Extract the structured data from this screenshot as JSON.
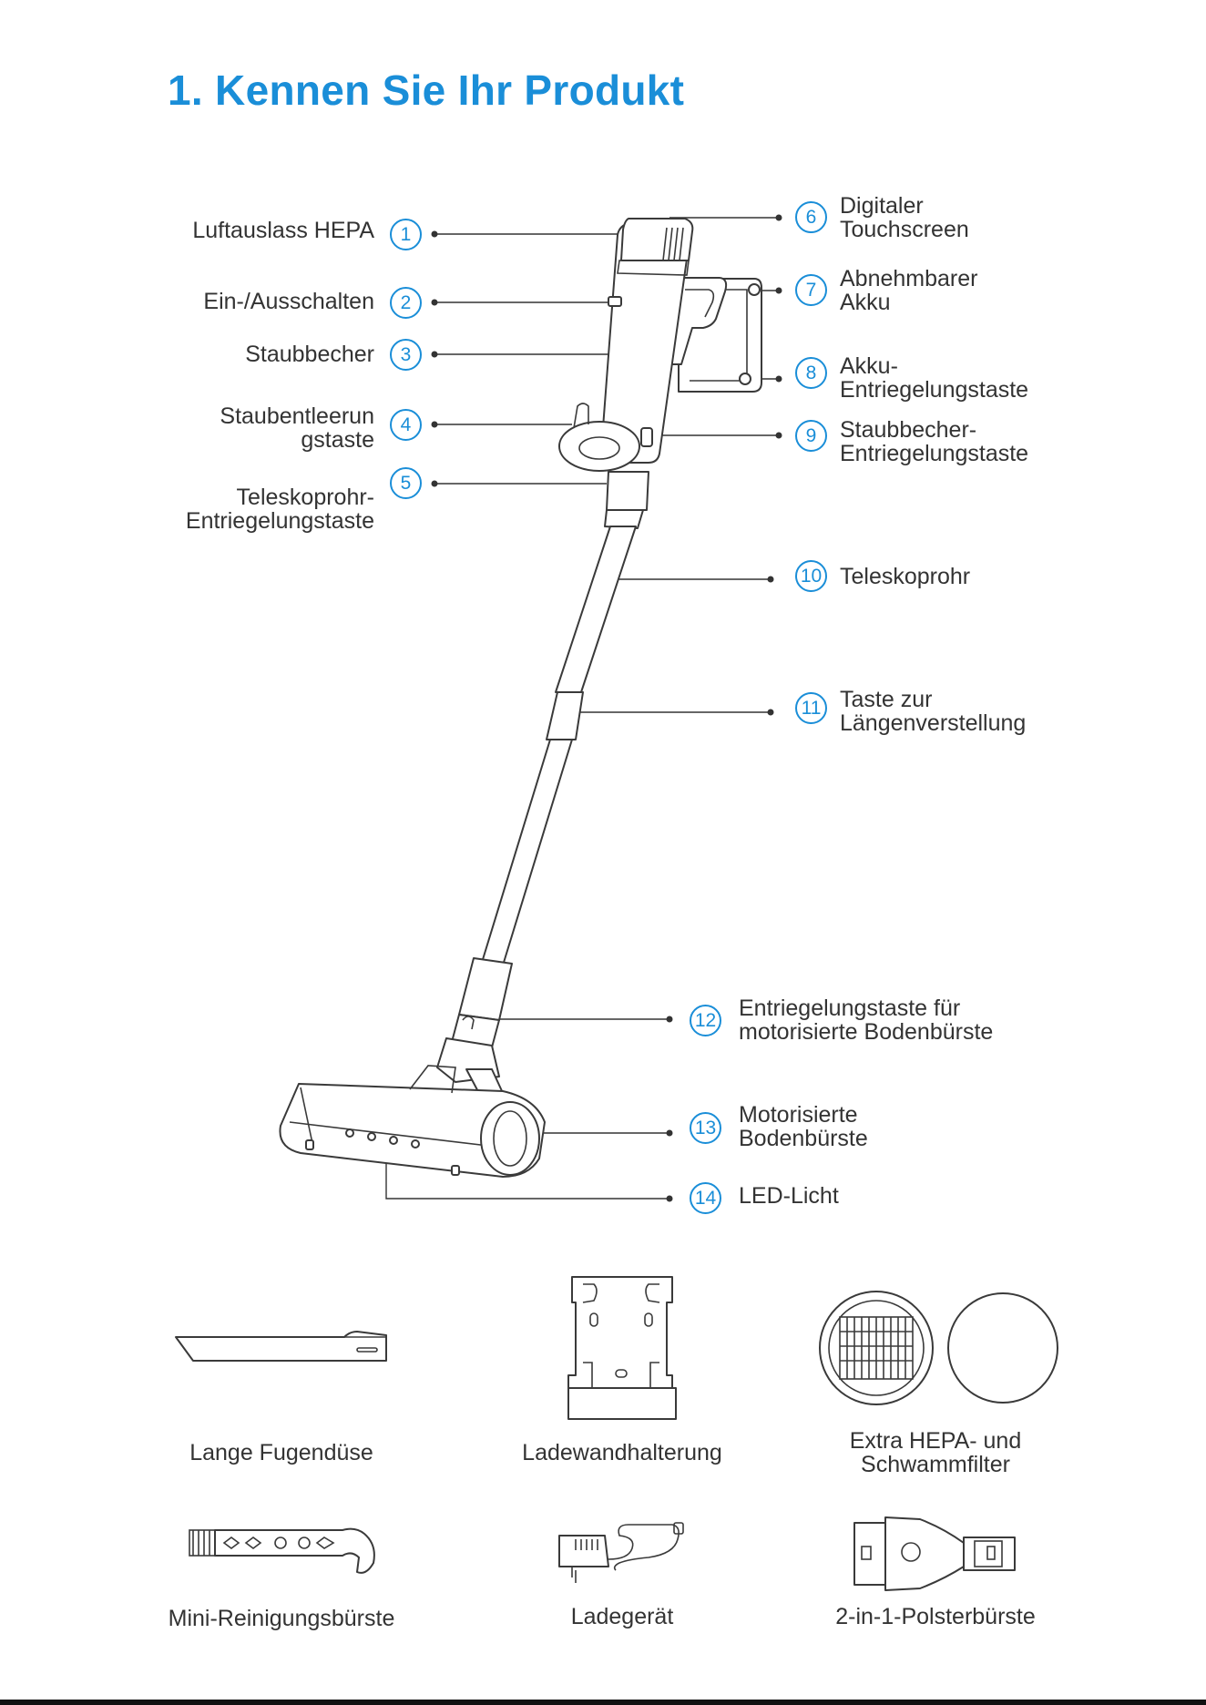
{
  "page": {
    "title": "1. Kennen Sie Ihr Produkt",
    "accent_color": "#1a8ed8",
    "text_color": "#333333"
  },
  "labels": [
    {
      "number": "1",
      "lines": [
        "Luftauslass HEPA"
      ]
    },
    {
      "number": "2",
      "lines": [
        "Ein-/Ausschalten"
      ]
    },
    {
      "number": "3",
      "lines": [
        "Staubbecher"
      ]
    },
    {
      "number": "4",
      "lines": [
        "Staubentleerun",
        "gstaste"
      ]
    },
    {
      "number": "5",
      "lines": [
        "Teleskoprohr-",
        "Entriegelungstaste"
      ]
    },
    {
      "number": "6",
      "lines": [
        "Digitaler",
        "Touchscreen"
      ]
    },
    {
      "number": "7",
      "lines": [
        "Abnehmbarer",
        "Akku"
      ]
    },
    {
      "number": "8",
      "lines": [
        "Akku-",
        "Entriegelungstaste"
      ]
    },
    {
      "number": "9",
      "lines": [
        "Staubbecher-",
        "Entriegelungstaste"
      ]
    },
    {
      "number": "10",
      "lines": [
        "Teleskoprohr"
      ]
    },
    {
      "number": "11",
      "lines": [
        "Taste zur",
        "Längenverstellung"
      ]
    },
    {
      "number": "12",
      "lines": [
        "Entriegelungstaste für",
        "motorisierte Bodenbürste"
      ]
    },
    {
      "number": "13",
      "lines": [
        "Motorisierte",
        "Bodenbürste"
      ]
    },
    {
      "number": "14",
      "lines": [
        "LED-Licht"
      ]
    }
  ],
  "accessories": [
    {
      "lines": [
        "Lange Fugendüse"
      ],
      "icon": "crevice-tool-icon"
    },
    {
      "lines": [
        "Ladewandhalterung"
      ],
      "icon": "wall-mount-icon"
    },
    {
      "lines": [
        "Extra HEPA- und",
        "Schwammfilter"
      ],
      "icon": "filters-icon"
    },
    {
      "lines": [
        "Mini-Reinigungsbürste"
      ],
      "icon": "mini-brush-icon"
    },
    {
      "lines": [
        "Ladegerät"
      ],
      "icon": "charger-icon"
    },
    {
      "lines": [
        "2-in-1-Polsterbürste"
      ],
      "icon": "upholstery-brush-icon"
    }
  ]
}
